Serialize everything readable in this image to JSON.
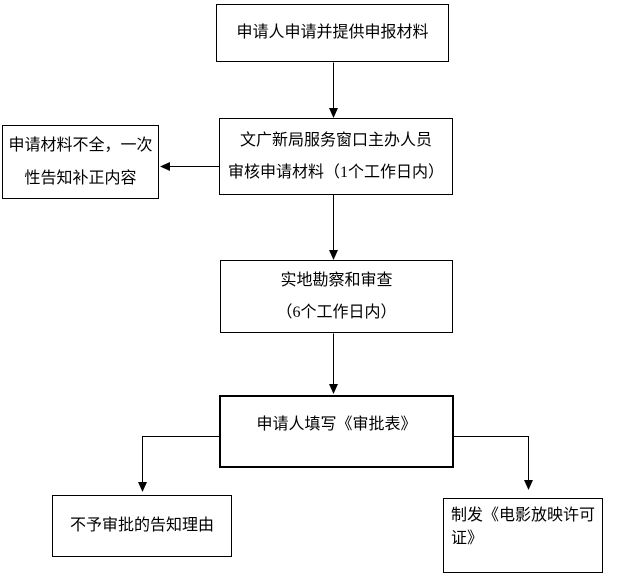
{
  "diagram": {
    "background_color": "#ffffff",
    "line_color": "#000000",
    "nodes": {
      "start": {
        "lines": [
          "申请人申请并提供申报材料"
        ]
      },
      "review": {
        "lines": [
          "文广新局服务窗口主办人员",
          "审核申请材料（1个工作日内）"
        ]
      },
      "notify": {
        "lines": [
          "申请材料不全，一次",
          "性告知补正内容"
        ]
      },
      "survey": {
        "lines": [
          "实地勘察和审查",
          "（6个工作日内）"
        ]
      },
      "fill_form": {
        "lines": [
          "申请人填写《审批表》"
        ]
      },
      "reject": {
        "lines": [
          "不予审批的告知理由"
        ]
      },
      "issue": {
        "lines": [
          "制发《电影放映许可",
          "证》"
        ]
      }
    }
  }
}
